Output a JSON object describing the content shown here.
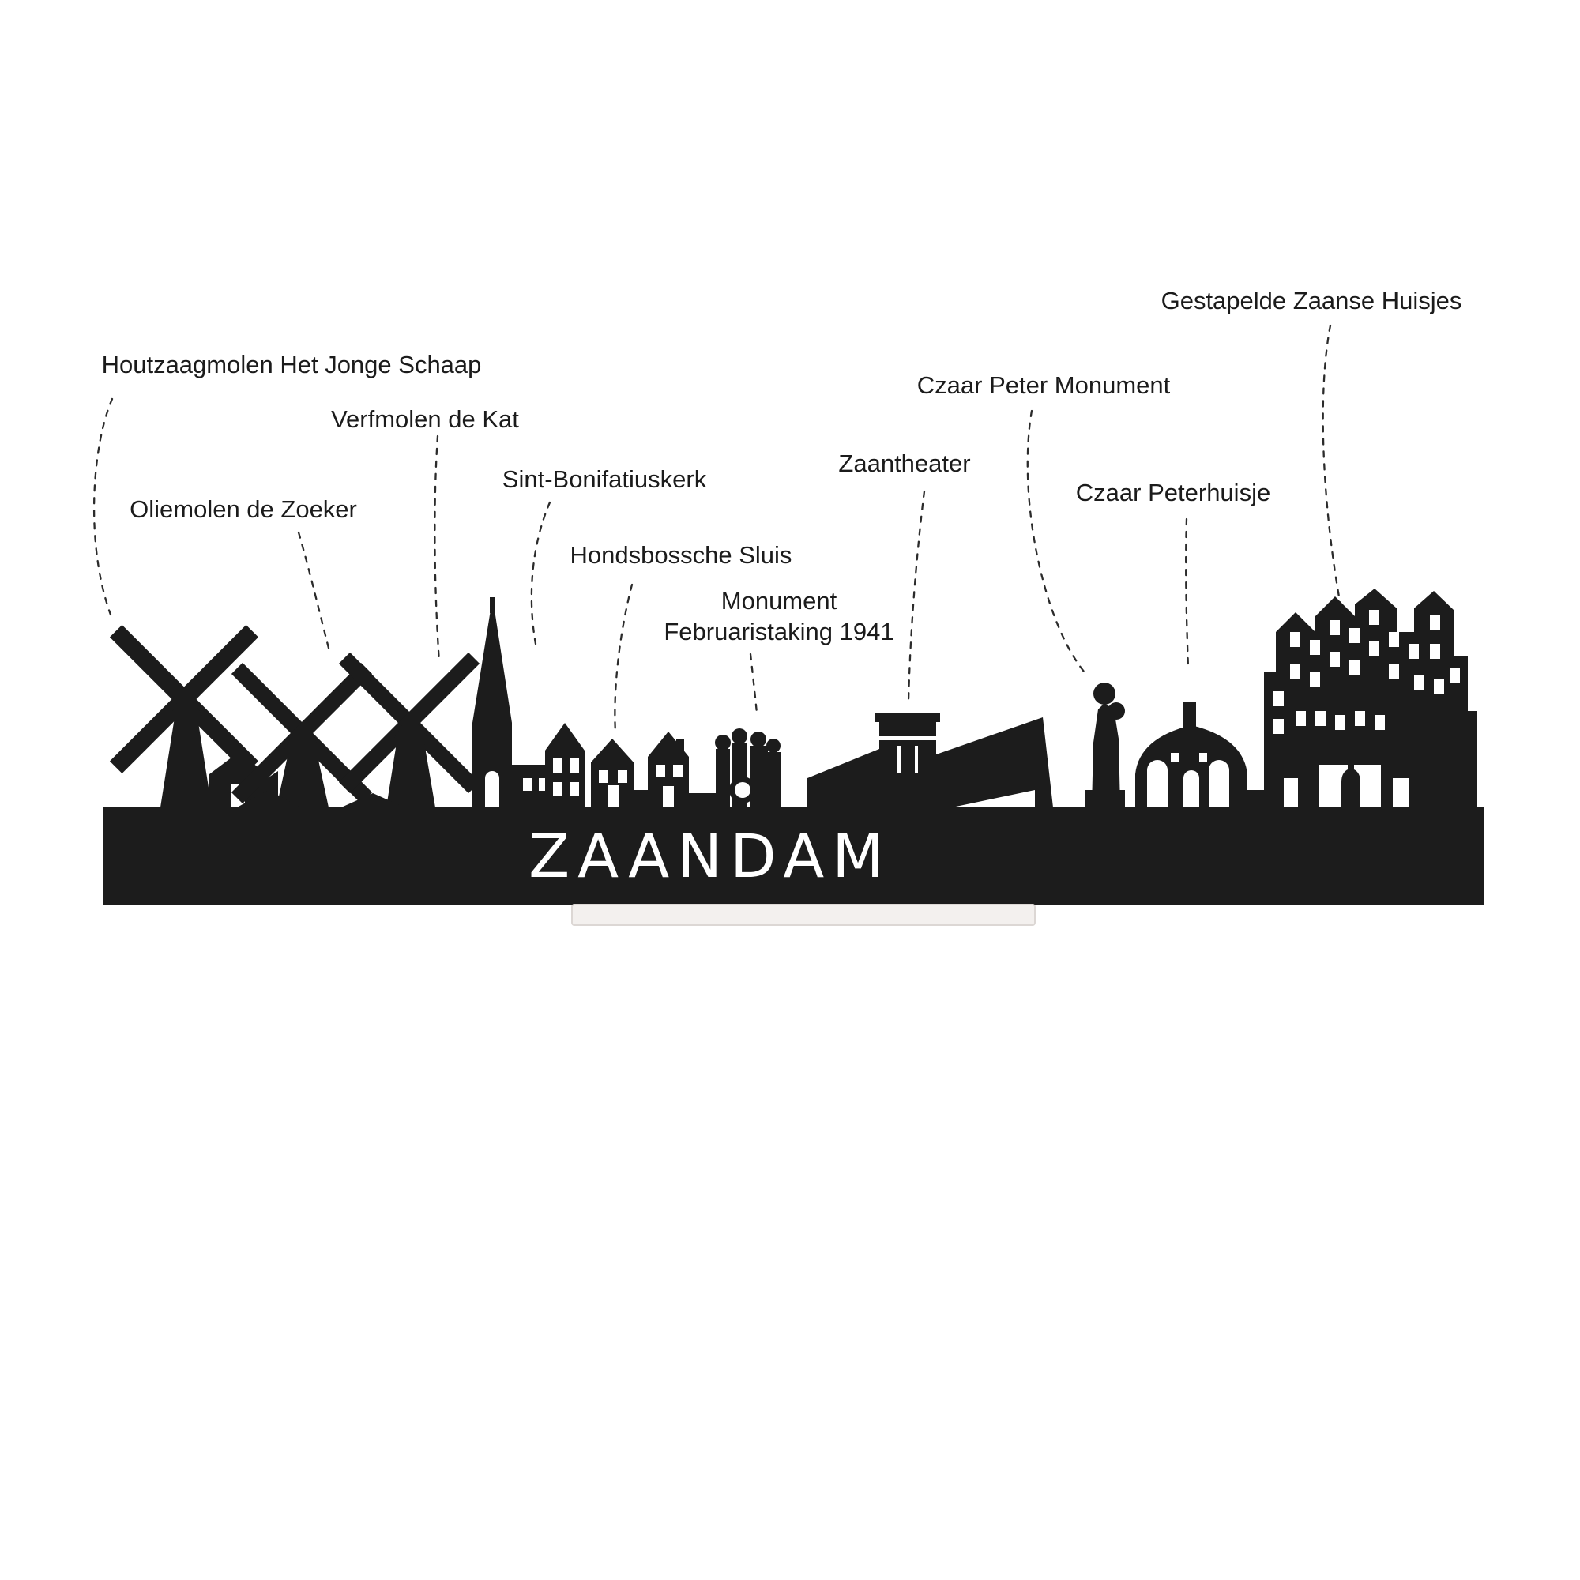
{
  "diagram": {
    "title": "ZAANDAM",
    "colors": {
      "silhouette": "#1c1c1c",
      "background": "#ffffff",
      "stand": "#f3f0ee",
      "leader_line": "#2b2b2b",
      "label_text": "#1b1b1b"
    },
    "labels": {
      "houtzaagmolen": {
        "text": "Houtzaagmolen Het Jonge Schaap"
      },
      "oliemolen": {
        "text": "Oliemolen de Zoeker"
      },
      "verfmolen": {
        "text": "Verfmolen de Kat"
      },
      "bonifatiuskerk": {
        "text": "Sint-Bonifatiuskerk"
      },
      "hondsbossche": {
        "text": "Hondsbossche Sluis"
      },
      "monument": {
        "text": "Monument Februaristaking 1941"
      },
      "zaantheater": {
        "text": "Zaantheater"
      },
      "czaar_peter_monument": {
        "text": "Czaar Peter Monument"
      },
      "czaar_peterhuisje": {
        "text": "Czaar Peterhuisje"
      },
      "gestapelde": {
        "text": "Gestapelde Zaanse Huisjes"
      }
    }
  }
}
